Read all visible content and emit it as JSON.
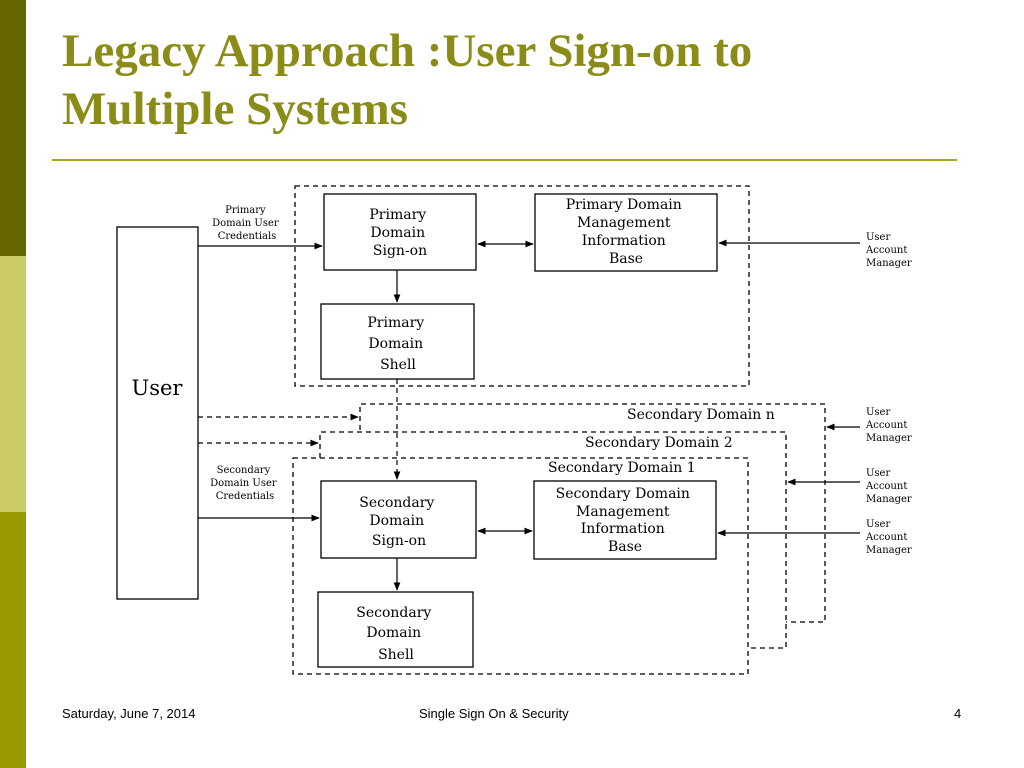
{
  "title_line1": "Legacy Approach :User Sign-on to",
  "title_line2": "Multiple Systems",
  "diagram": {
    "user": "User",
    "primary_creds": [
      "Primary",
      "Domain User",
      "Credentials"
    ],
    "secondary_creds": [
      "Secondary",
      "Domain User",
      "Credentials"
    ],
    "primary_signon": [
      "Primary",
      "Domain",
      "Sign-on"
    ],
    "primary_mib": [
      "Primary Domain",
      "Management",
      "Information",
      "Base"
    ],
    "primary_shell": [
      "Primary",
      "Domain",
      "Shell"
    ],
    "uam": [
      "User",
      "Account",
      "Manager"
    ],
    "secondary_domain_n": "Secondary Domain n",
    "secondary_domain_2": "Secondary Domain 2",
    "secondary_domain_1": "Secondary Domain 1",
    "secondary_signon": [
      "Secondary",
      "Domain",
      "Sign-on"
    ],
    "secondary_mib": [
      "Secondary Domain",
      "Management",
      "Information",
      "Base"
    ],
    "secondary_shell": [
      "Secondary",
      "Domain",
      "Shell"
    ]
  },
  "footer": {
    "date": "Saturday, June 7, 2014",
    "center": "Single Sign On & Security",
    "page": "4"
  }
}
